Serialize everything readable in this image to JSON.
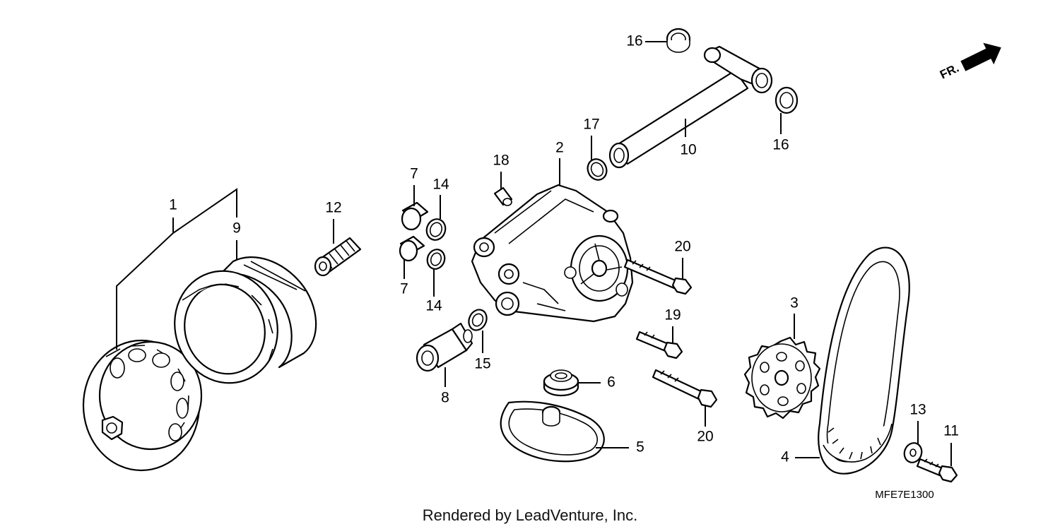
{
  "callouts": [
    "1",
    "2",
    "3",
    "4",
    "5",
    "6",
    "7",
    "7",
    "8",
    "9",
    "10",
    "11",
    "12",
    "13",
    "14",
    "14",
    "15",
    "16",
    "16",
    "17",
    "18",
    "19",
    "20",
    "20"
  ],
  "direction_label": "FR.",
  "diagram_code": "MFE7E1300",
  "footer": "Rendered by LeadVenture, Inc."
}
